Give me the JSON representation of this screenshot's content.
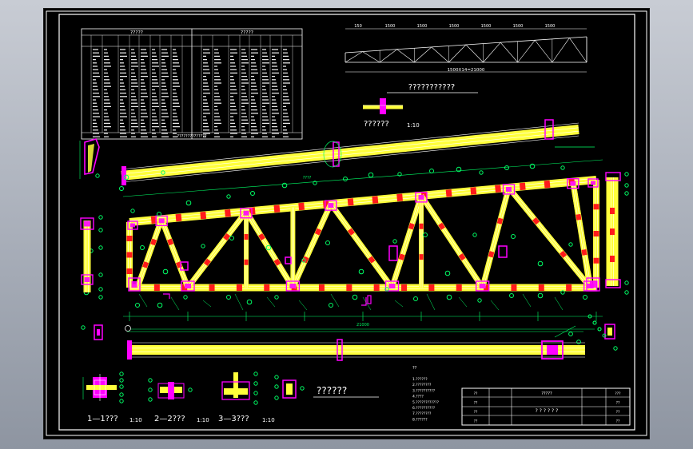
{
  "sheet": {
    "main_view_title": "??????",
    "main_view_scale": "",
    "top_view_title": "??????",
    "top_view_scale": "",
    "detail_title": "??????",
    "detail_scale": "1:10",
    "table_left_title": "?????",
    "table_right_title": "?????",
    "table_footer": "??????????????",
    "mini_elevation_title": "???????????",
    "mini_dims": [
      "150",
      "1500",
      "1500",
      "1500",
      "1500",
      "1500",
      "1500"
    ],
    "mini_total": "1500X14=21000",
    "bottom_center_title": "??????",
    "section_1": "1—1???",
    "section_2": "2—2???",
    "section_3": "3—3???",
    "section_scale": "1:10"
  },
  "truss": {
    "panels": 8,
    "top_chord_pitch_ratio": 0.075
  },
  "colors": {
    "member": "#ffff3b",
    "member_line": "#ffffff",
    "gusset": "#ff00ff",
    "bolt_red": "#ff1a1a",
    "tag": "#00ff66",
    "dim": "#00ff66",
    "frame": "#ffffff",
    "cyan": "#00e5ff"
  },
  "title_block": {
    "project": "?????",
    "drawing_name": "? ? ? ? ? ?",
    "cells": [
      "??",
      "???",
      "??",
      "??",
      "??",
      "??",
      "??",
      "??"
    ]
  },
  "notes": [
    "1.??????",
    "2.????????",
    "3.??????????",
    "4.????",
    "5.????????????",
    "6.??????????",
    "7.????????",
    "8.??????"
  ]
}
